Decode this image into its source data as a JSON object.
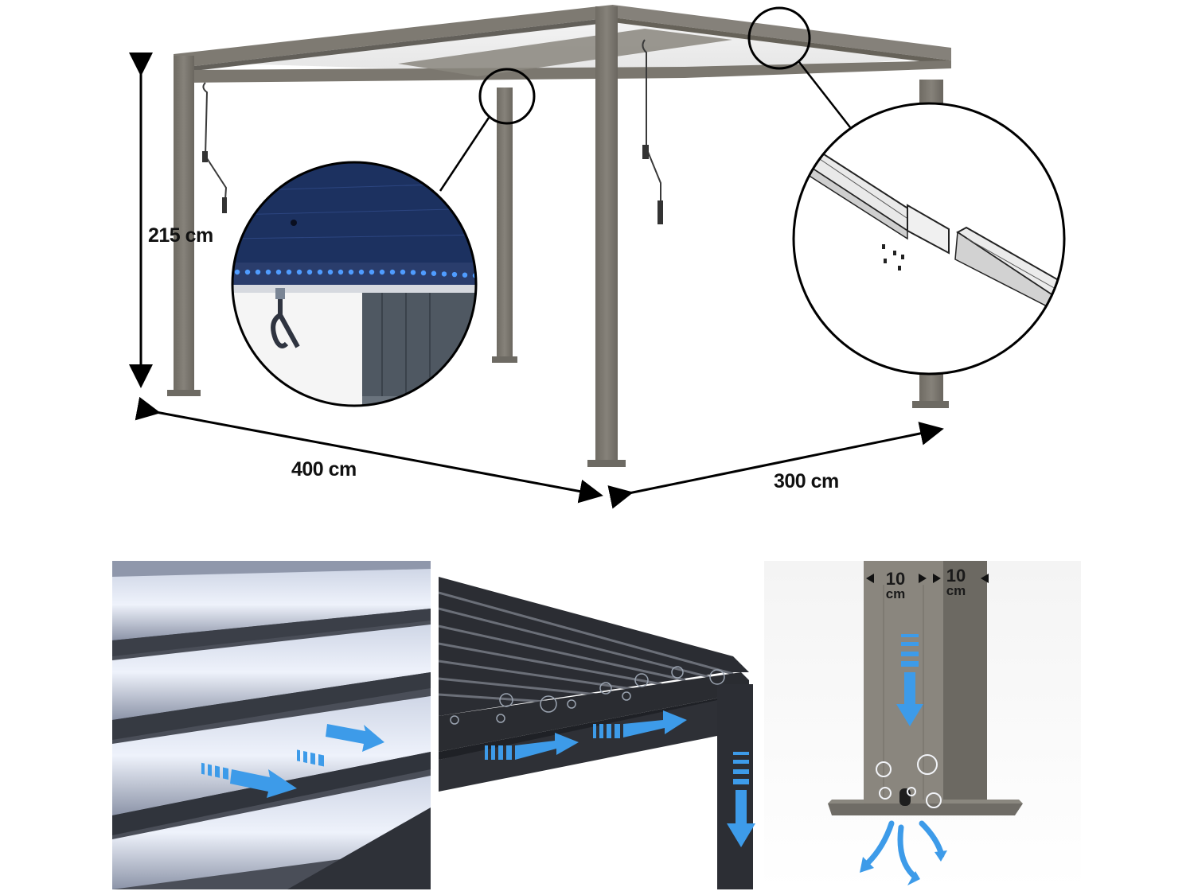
{
  "dimensions": {
    "height": "215 cm",
    "width": "400 cm",
    "depth": "300 cm"
  },
  "post_section": {
    "side_a": {
      "value": "10",
      "unit": "cm"
    },
    "side_b": {
      "value": "10",
      "unit": "cm"
    }
  },
  "colors": {
    "frame": "#7b776f",
    "frame_dark": "#5f5c55",
    "led_blue": "#4f9cff",
    "arrow_blue": "#3d9be9",
    "louver_dark": "#2b2d33"
  }
}
